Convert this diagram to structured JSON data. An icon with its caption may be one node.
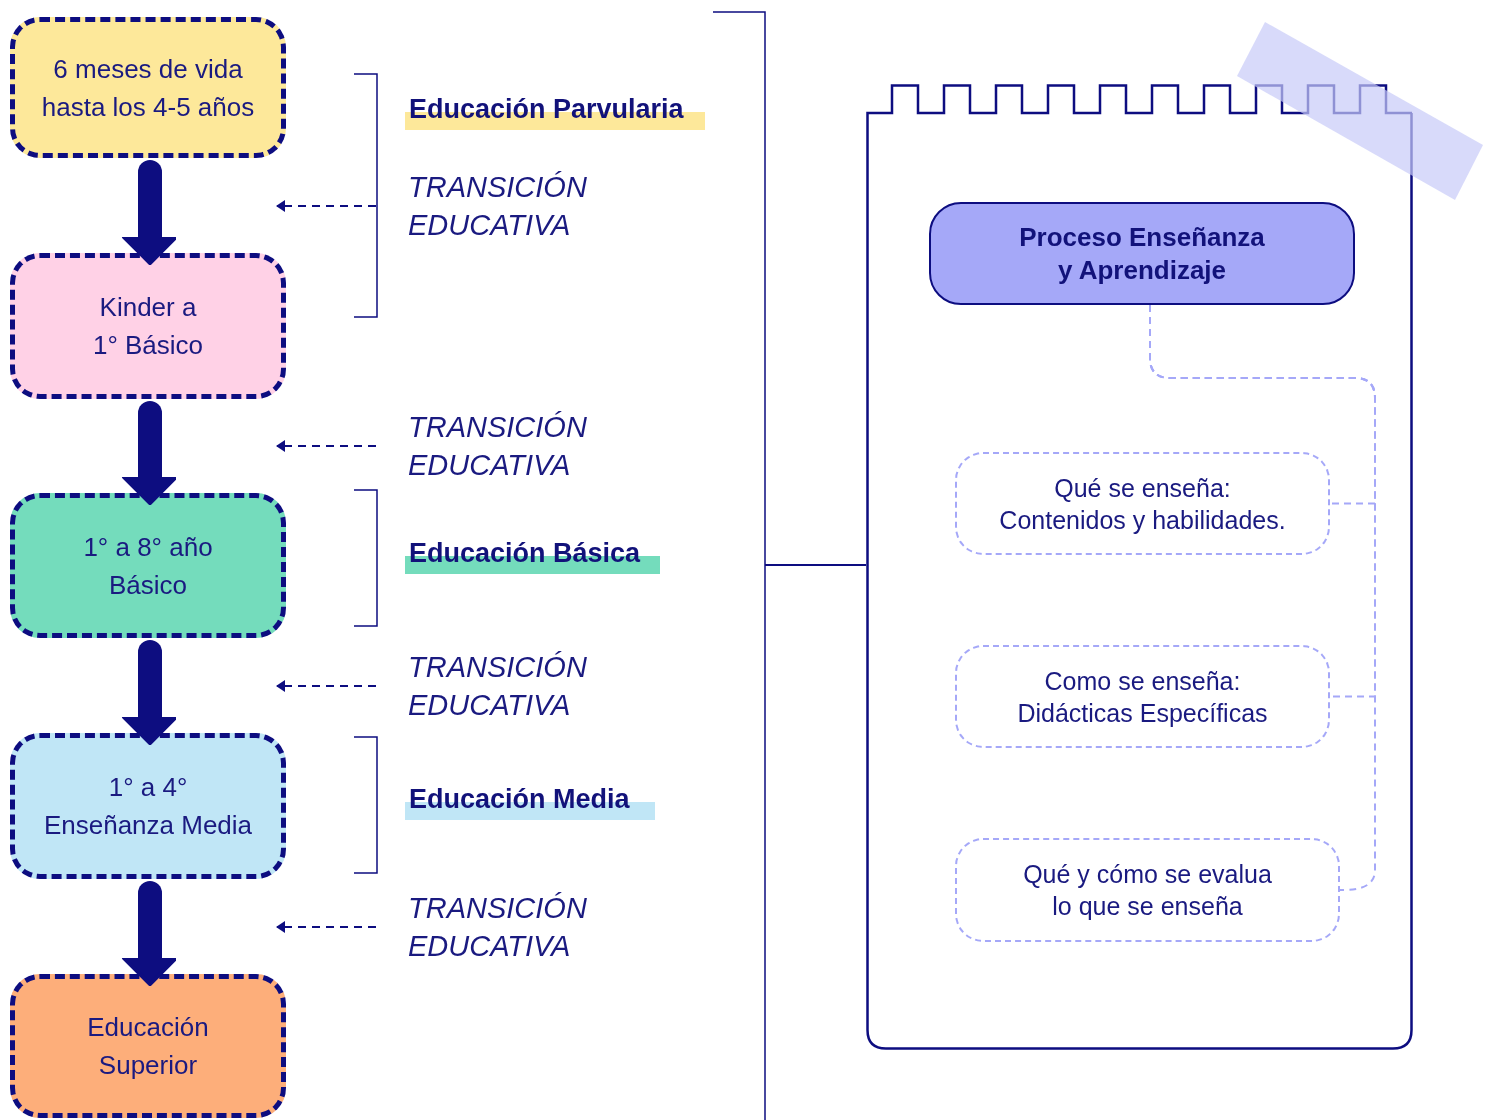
{
  "diagram": {
    "nodes": [
      {
        "text": [
          "6 meses de vida hasta los 4-5 años"
        ]
      },
      {
        "text": [
          "Kinder a 1° Básico"
        ]
      },
      {
        "text": [
          "1° a 8° año Básico"
        ]
      },
      {
        "text": [
          "1° a 4° Enseñanza Media"
        ]
      },
      {
        "text": [
          "Educación Superior"
        ]
      },
      {
        "text": [
          "Educación Parvularia"
        ]
      },
      {
        "text": [
          "Educación Básica"
        ]
      },
      {
        "text": [
          "Educación Media"
        ]
      },
      {
        "text": [
          "TRANSICIÓN EDUCATIVA"
        ]
      },
      {
        "text": [
          "TRANSICIÓN EDUCATIVA"
        ]
      },
      {
        "text": [
          "TRANSICIÓN EDUCATIVA"
        ]
      },
      {
        "text": [
          "TRANSICIÓN EDUCATIVA"
        ]
      },
      {
        "text": [],
        "shape": "notepad"
      },
      {
        "text": [
          "Proceso Enseñanza y Aprendizaje"
        ],
        "in": 12
      },
      {
        "text": [
          "Qué se enseña: Contenidos y habilidades."
        ],
        "in": 12
      },
      {
        "text": [
          "Como se enseña: Didácticas Específicas"
        ],
        "in": 12
      },
      {
        "text": [
          "Qué y cómo se evalua lo que se enseña"
        ],
        "in": 12
      }
    ],
    "edges": [
      {
        "from": 0,
        "to": 1,
        "arrow": "to",
        "style": "thick"
      },
      {
        "from": 1,
        "to": 2,
        "arrow": "to",
        "style": "thick"
      },
      {
        "from": 2,
        "to": 3,
        "arrow": "to",
        "style": "thick"
      },
      {
        "from": 3,
        "to": 4,
        "arrow": "to",
        "style": "thick"
      },
      {
        "from": 8,
        "to": null,
        "arrow": "to",
        "style": "dashed"
      },
      {
        "from": 9,
        "to": null,
        "arrow": "to",
        "style": "dashed"
      },
      {
        "from": 10,
        "to": null,
        "arrow": "to",
        "style": "dashed"
      },
      {
        "from": 11,
        "to": null,
        "arrow": "to",
        "style": "dashed"
      },
      {
        "from": null,
        "to": 12,
        "arrow": "none"
      },
      {
        "from": 13,
        "to": 14,
        "arrow": "none",
        "style": "dashed",
        "color": "#a5a8f8"
      },
      {
        "from": 13,
        "to": 15,
        "arrow": "none",
        "style": "dashed",
        "color": "#a5a8f8"
      },
      {
        "from": 13,
        "to": 16,
        "arrow": "none",
        "style": "dashed",
        "color": "#a5a8f8"
      }
    ]
  }
}
